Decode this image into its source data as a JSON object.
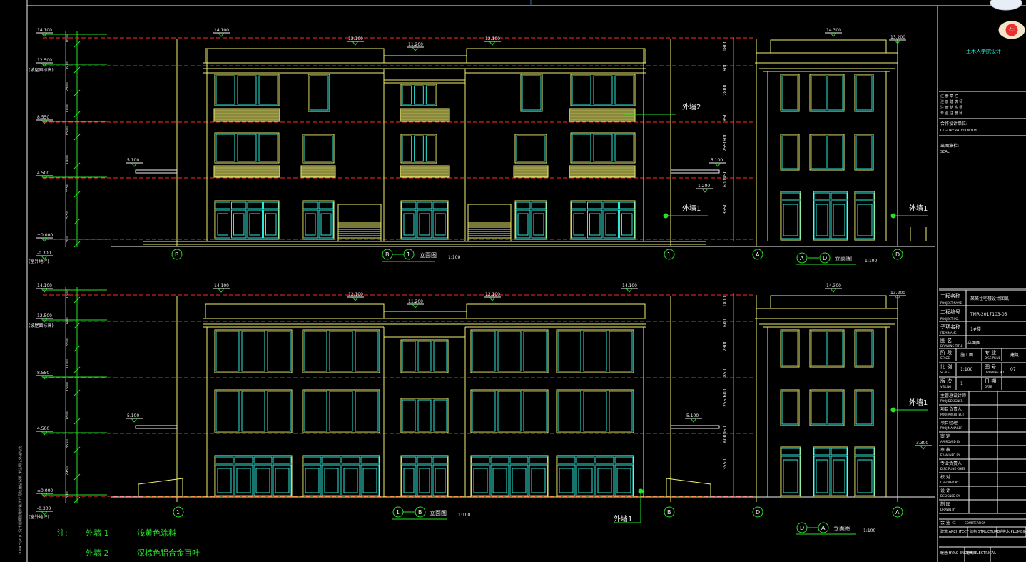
{
  "elevations": {
    "top_left": {
      "axis_left": "B",
      "axis_right": "1",
      "axis_label": "B — 1",
      "name": "立面图",
      "scale": "1:100"
    },
    "top_right": {
      "axis_left": "A",
      "axis_right": "D",
      "axis_label": "A — D",
      "name": "立面图",
      "scale": "1:100"
    },
    "bottom_left": {
      "axis_left": "1",
      "axis_right": "B",
      "axis_label": "1 — B",
      "name": "立面图",
      "scale": "1:100"
    },
    "bottom_right": {
      "axis_left": "D",
      "axis_right": "A",
      "axis_label": "D — A",
      "name": "立面图",
      "scale": "1:100"
    }
  },
  "levels": {
    "roof_top": "14.100",
    "roof": "12.500",
    "parapet_note": "(坡屋面标高)",
    "third": "8.550",
    "second": "4.500",
    "ground": "±0.000",
    "outdoor": "-0.300",
    "outdoor_note": "(室外地坪)",
    "mid_1": "12.100",
    "mid_2": "11.200",
    "canopy": "5.100",
    "step": "1.200",
    "side_top": "14.300",
    "side_mid": "13.200",
    "side_low": "3.300"
  },
  "dims_vertical_left": [
    "1600",
    "600",
    "2800",
    "1100",
    "1500",
    "1800",
    "3550",
    "2950",
    "300"
  ],
  "dims_side": [
    "1800",
    "600",
    "2800",
    "850",
    "600",
    "2550",
    "950",
    "600",
    "3550"
  ],
  "callouts": {
    "wall2": "外墙2",
    "wall1": "外墙1"
  },
  "notes": {
    "label": "注:",
    "item1_key": "外墙 1",
    "item1_val": "浅黄色涂料",
    "item2_key": "外墙 2",
    "item2_val": "深棕色铝合金百叶"
  },
  "side_vertical_text": "1:1=4.5(VQL)设计说明及建筑做法详见建施总说明,未注明之外墙均为...",
  "title_block": {
    "logo_text": "土木人学院设计",
    "header_lines": [
      "注 册 章 栏",
      "注 册 建 筑 师",
      "注 册 结 构 师",
      "专 业 注 册 师"
    ],
    "unit_label": "合作设计单位:",
    "unit_label_en": "CO-OPERATED WITH",
    "seal_label": "出图章栏:",
    "seal_label_en": "SEAL",
    "project_label": "工程名称",
    "project_label_en": "PROJECT NAME",
    "project_value": "某某住宅楼设计图纸",
    "project_no_label": "工程编号",
    "project_no_label_en": "PROJECT NO.",
    "project_no_value": "TMR-2017103-05",
    "sub_label": "子项名称",
    "sub_label_en": "ITEM NAME",
    "sub_value": "1#楼",
    "drawing_label": "图 名",
    "drawing_label_en": "DRAWING TITLE",
    "drawing_value": "立面图",
    "stage_label": "阶 段",
    "stage_label_en": "STAGE",
    "stage_value": "施工图",
    "disc_label": "专 业",
    "disc_label_en": "DISCIPLINE",
    "disc_value": "建筑",
    "scale_label": "比 例",
    "scale_label_en": "SCALE",
    "scale_value": "1:100",
    "no_label": "图 号",
    "no_label_en": "DRAWING NO.",
    "no_value": "07",
    "ver_label": "版 次",
    "ver_label_en": "VER.NO",
    "ver_value": "1",
    "date_label": "日 期",
    "date_label_en": "DATE",
    "roles": [
      {
        "cn": "主管总设计师",
        "en": "PROJ DESIGNER"
      },
      {
        "cn": "项目负责人",
        "en": "PROJ ARCHITECT"
      },
      {
        "cn": "项目经理",
        "en": "PROJ MANAGER"
      },
      {
        "cn": "审 定",
        "en": "APPROVED BY"
      },
      {
        "cn": "审 核",
        "en": "EXAMINED BY"
      },
      {
        "cn": "专业负责人",
        "en": "DISCIPLINE CHIEF"
      },
      {
        "cn": "校 对",
        "en": "CHECKED BY"
      },
      {
        "cn": "设 计",
        "en": "DESIGNED BY"
      },
      {
        "cn": "制 图",
        "en": "DRAWN BY"
      }
    ],
    "sign_label": "会 签 栏",
    "sign_label_en": "COUNTERSIGN",
    "sign_row1": [
      "建筑 ARCHITECT",
      "结构 STRUCTURE",
      "给排水 PLUMBING"
    ],
    "sign_row2": [
      "暖通 HVAC ENGINEER",
      "电气 ELECTRICAL"
    ]
  },
  "colors": {
    "background": "#000000",
    "outline": "#f0f070",
    "window": "#2ee8d8",
    "level_line": "#ff2a2a",
    "dimension": "#28e028",
    "louver": "#8a8a3a",
    "text": "#f2f2f2"
  }
}
